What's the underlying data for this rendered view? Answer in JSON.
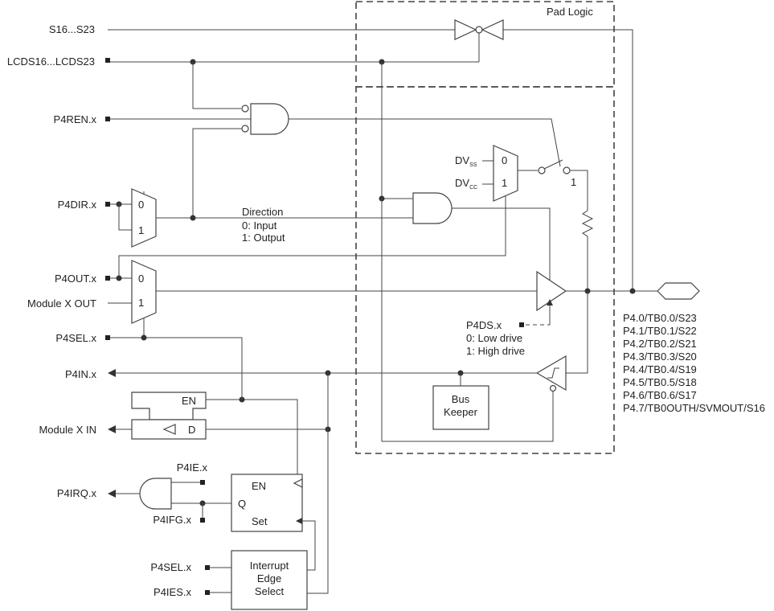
{
  "pad_logic_label": "Pad Logic",
  "inputs": {
    "s16_s23": "S16...S23",
    "lcds": "LCDS16...LCDS23",
    "p4ren": "P4REN.x",
    "p4dir": "P4DIR.x",
    "p4out": "P4OUT.x",
    "module_x_out": "Module X OUT",
    "p4sel": "P4SEL.x",
    "p4in": "P4IN.x",
    "module_x_in": "Module X IN",
    "p4irq": "P4IRQ.x",
    "p4ie": "P4IE.x",
    "p4ifg": "P4IFG.x",
    "p4sel2": "P4SEL.x",
    "p4ies": "P4IES.x"
  },
  "direction": {
    "title": "Direction",
    "opt0": "0: Input",
    "opt1": "1: Output"
  },
  "mux": {
    "zero": "0",
    "one": "1",
    "dvss_main": "DV",
    "dvss_sub": "SS",
    "dvcc_main": "DV",
    "dvcc_sub": "CC"
  },
  "switch_label": "1",
  "p4ds": {
    "name": "P4DS.x",
    "opt0": "0: Low drive",
    "opt1": "1: High drive"
  },
  "bus_keeper": [
    "Bus",
    "Keeper"
  ],
  "latch": {
    "en": "EN",
    "d": "D"
  },
  "ff": {
    "en": "EN",
    "q": "Q",
    "set": "Set"
  },
  "edge_select": [
    "Interrupt",
    "Edge",
    "Select"
  ],
  "pins": [
    "P4.0/TB0.0/S23",
    "P4.1/TB0.1/S22",
    "P4.2/TB0.2/S21",
    "P4.3/TB0.3/S20",
    "P4.4/TB0.4/S19",
    "P4.5/TB0.5/S18",
    "P4.6/TB0.6/S17",
    "P4.7/TB0OUTH/SVMOUT/S16"
  ]
}
